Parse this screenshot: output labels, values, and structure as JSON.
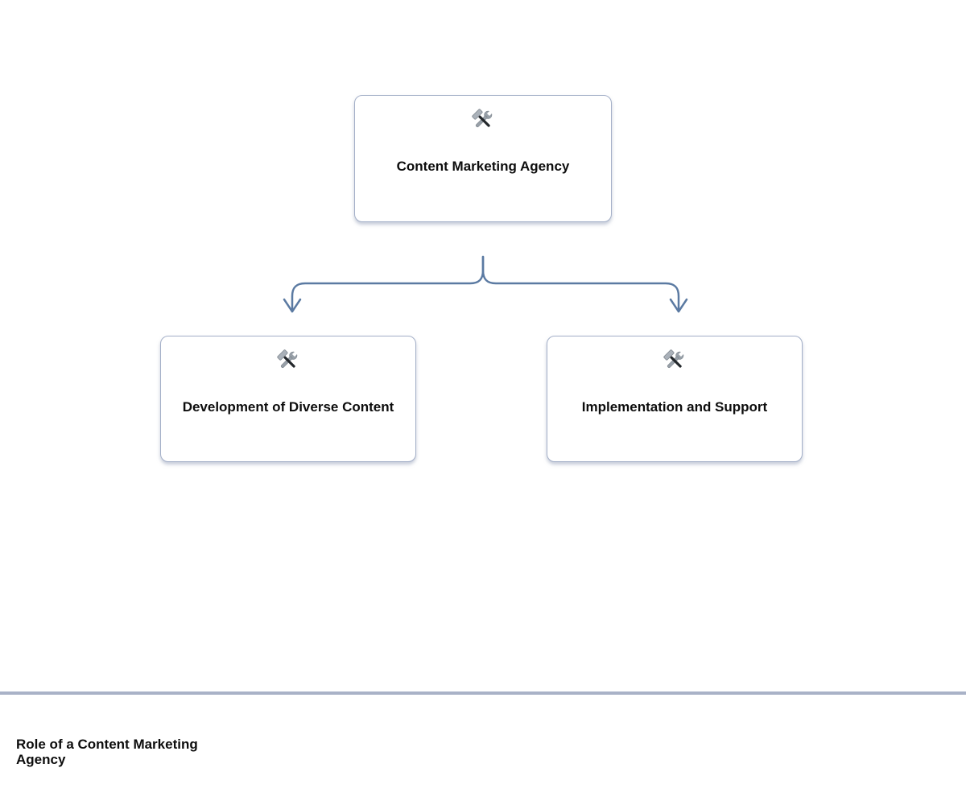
{
  "diagram": {
    "nodes": [
      {
        "id": "root",
        "label": "Content Marketing Agency",
        "icon": "hammer-and-wrench-icon"
      },
      {
        "id": "child-1",
        "label": "Development of Diverse Content",
        "icon": "hammer-and-wrench-icon"
      },
      {
        "id": "child-2",
        "label": "Implementation and Support",
        "icon": "hammer-and-wrench-icon"
      }
    ],
    "footer": {
      "title": "Role of a Content Marketing Agency"
    },
    "colors": {
      "connector": "#5b7aa2",
      "node_border": "#a4b0c8",
      "divider": "#a9b2c7",
      "text": "#0d0d0d",
      "background": "#ffffff"
    }
  }
}
